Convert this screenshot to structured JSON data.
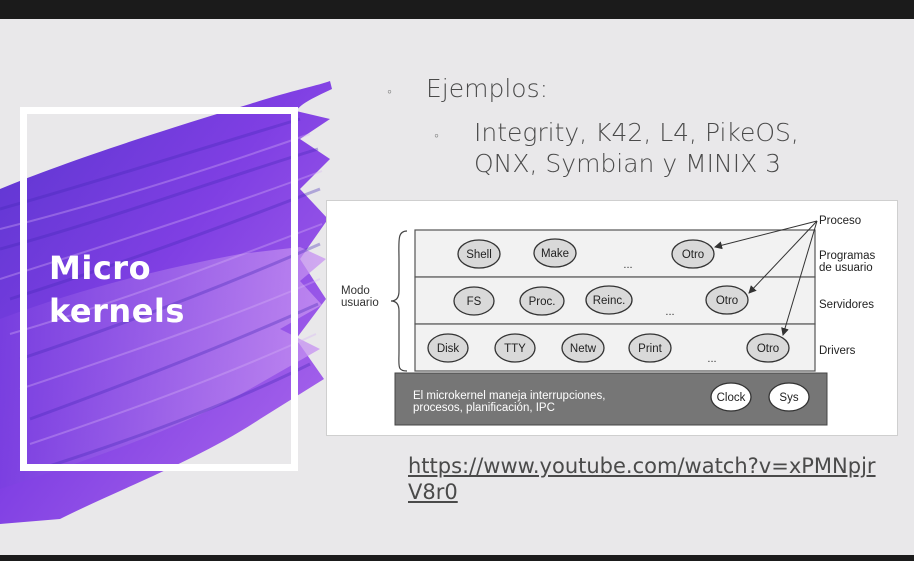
{
  "slide": {
    "title_line1": "Micro",
    "title_line2": "kernels",
    "bullet1": "Ejemplos:",
    "bullet2": "Integrity, K42, L4, PikeOS, QNX, Symbian y MINIX 3",
    "link": "https://www.youtube.com/watch?v=xPMNpjrV8r0",
    "bullet_marker": "◦"
  },
  "diagram": {
    "left_label_line1": "Modo",
    "left_label_line2": "usuario",
    "proceso_label": "Proceso",
    "rows": [
      {
        "items": [
          "Shell",
          "Make"
        ],
        "ellipsis": "...",
        "other": "Otro",
        "right_label_line1": "Programas",
        "right_label_line2": "de usuario"
      },
      {
        "items": [
          "FS",
          "Proc.",
          "Reinc."
        ],
        "ellipsis": "...",
        "other": "Otro",
        "right_label_line1": "Servidores",
        "right_label_line2": ""
      },
      {
        "items": [
          "Disk",
          "TTY",
          "Netw",
          "Print"
        ],
        "ellipsis": "...",
        "other": "Otro",
        "right_label_line1": "Drivers",
        "right_label_line2": ""
      }
    ],
    "kernel_text_line1": "El microkernel maneja interrupciones,",
    "kernel_text_line2": "procesos, planificación, IPC",
    "kernel_items": [
      "Clock",
      "Sys"
    ]
  },
  "colors": {
    "brush_dark": "#5b2fd0",
    "brush_mid": "#8a3ee6",
    "brush_light": "#c07cf0",
    "slide_bg": "#e9e8ea",
    "kernel_bar": "#767676"
  }
}
